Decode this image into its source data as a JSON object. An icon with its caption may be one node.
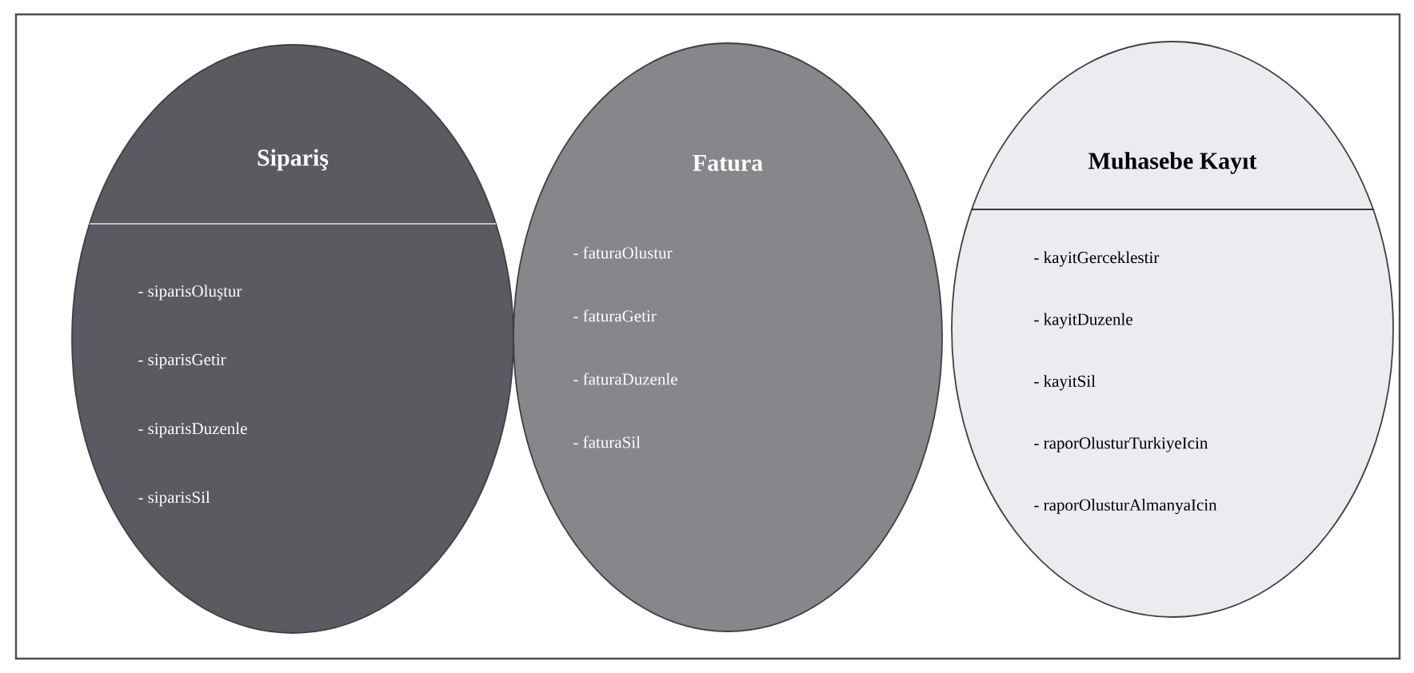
{
  "diagram": {
    "nodes": [
      {
        "text": [
          "Sipariş",
          "- siparisOluştur",
          "- siparisGetir",
          "- siparisDuzenle",
          "- siparisSil"
        ]
      },
      {
        "text": [
          "Fatura",
          "- faturaOlustur",
          "- faturaGetir",
          "- faturaDuzenle",
          "- faturaSil"
        ]
      },
      {
        "text": [
          "Muhasebe Kayıt",
          "- kayitGerceklestir",
          "- kayitDuzenle",
          "- kayitSil",
          "- raporOlusturTurkiyeIcin",
          "- raporOlusturAlmanyaIcin"
        ]
      }
    ]
  }
}
